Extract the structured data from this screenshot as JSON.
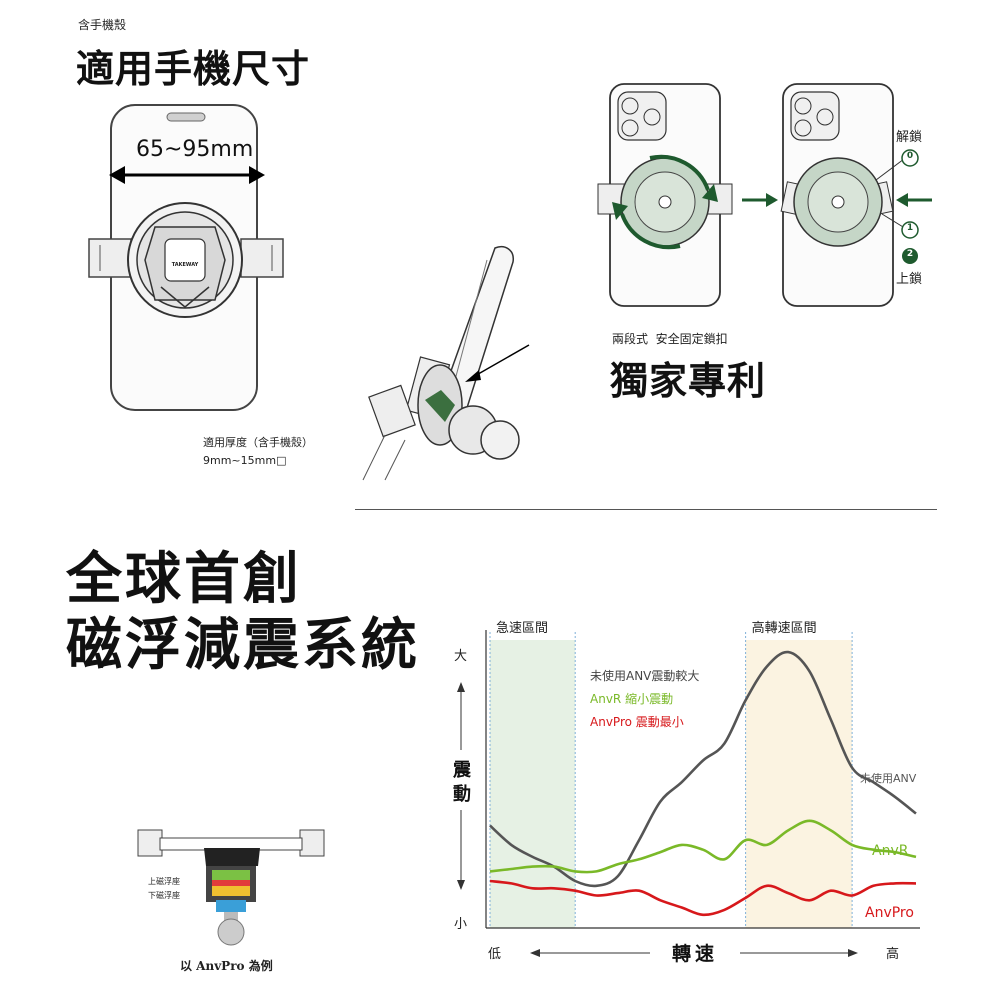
{
  "top_section": {
    "eyebrow": "含手機殼",
    "title": "適用手機尺寸",
    "width_range": "65~95mm",
    "brand_badge": "TAKEWAY",
    "thickness_label": "適用厚度（含手機殼）",
    "thickness_value": "9mm~15mm□"
  },
  "lock_section": {
    "unlock_label": "解鎖",
    "lock_label": "上鎖",
    "step_0": "0",
    "step_1": "1",
    "step_2": "2",
    "subtitle": "兩段式  安全固定鎖扣",
    "title": "獨家專利"
  },
  "maglev_section": {
    "title_line1": "全球首創",
    "title_line2": "磁浮減震系統",
    "upper_magnet_label": "上磁浮座",
    "lower_magnet_label": "下磁浮座",
    "caption": "以 AnvPro 為例"
  },
  "chart_data": {
    "type": "line",
    "title": "",
    "xlabel": "轉速",
    "ylabel": "震動",
    "x_low_label": "低",
    "x_high_label": "高",
    "y_high_label": "大",
    "y_low_label": "小",
    "zones": [
      {
        "label": "急速區間",
        "from": 0,
        "to": 20,
        "color": "#e6f1e4"
      },
      {
        "label": "高轉速區間",
        "from": 60,
        "to": 85,
        "color": "#fbf3e1"
      }
    ],
    "x": [
      0,
      5,
      10,
      15,
      20,
      25,
      30,
      35,
      40,
      45,
      50,
      55,
      60,
      65,
      70,
      75,
      80,
      85,
      90,
      95,
      100
    ],
    "series": [
      {
        "name": "未使用ANV",
        "color": "#555555",
        "values": [
          28,
          20,
          15,
          11,
          5,
          3,
          7,
          22,
          38,
          46,
          55,
          62,
          80,
          94,
          100,
          92,
          72,
          52,
          46,
          40,
          33
        ]
      },
      {
        "name": "AnvR",
        "color": "#7ab928",
        "values": [
          9,
          10,
          11,
          11,
          9,
          9,
          12,
          14,
          17,
          20,
          18,
          14,
          22,
          20,
          26,
          30,
          26,
          20,
          18,
          17,
          15
        ]
      },
      {
        "name": "AnvPro",
        "color": "#d7181b",
        "values": [
          5,
          4,
          2,
          2,
          1,
          -1,
          0,
          1,
          -3,
          -6,
          -9,
          -7,
          -2,
          3,
          0,
          -3,
          1,
          -1,
          3,
          4,
          4
        ]
      }
    ],
    "annotations": {
      "anv_note": "未使用ANV震動較大",
      "anvr_note": "AnvR 縮小震動",
      "anvpro_note": "AnvPro 震動最小"
    },
    "ylim": [
      -12,
      105
    ],
    "grid": false
  }
}
